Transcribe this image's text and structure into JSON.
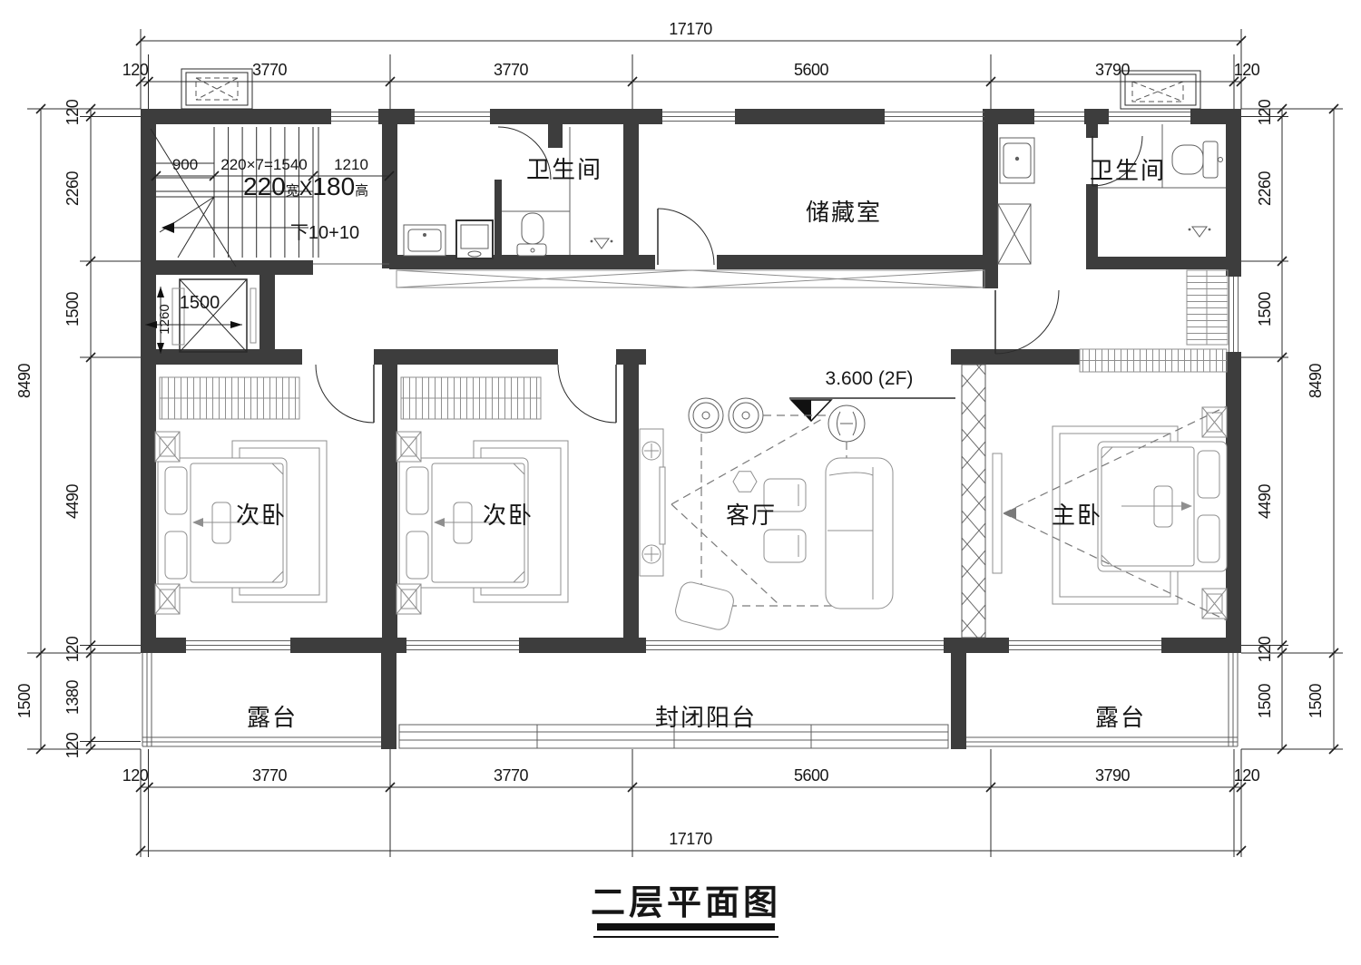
{
  "title": "二层平面图",
  "rooms": {
    "bath_left": "卫生间",
    "bath_right": "卫生间",
    "storage": "储藏室",
    "bedroom_left": "次卧",
    "bedroom_mid": "次卧",
    "master": "主卧",
    "living": "客厅",
    "terrace_left": "露台",
    "terrace_right": "露台",
    "enclosed_balcony": "封闭阳台"
  },
  "stair": {
    "width": "900",
    "run": "220×7=1540",
    "landing": "1210",
    "spec": [
      "220",
      "宽",
      "X",
      "180",
      "高"
    ],
    "direction": "下10+10"
  },
  "elevator": {
    "w": "1500",
    "d": "1260"
  },
  "level_mark": "3.600 (2F)",
  "dims": {
    "overall_w": "17170",
    "top": [
      "120",
      "3770",
      "3770",
      "5600",
      "3790",
      "120"
    ],
    "bottom": [
      "120",
      "3770",
      "3770",
      "5600",
      "3790",
      "120"
    ],
    "left_outer": [
      "8490",
      "1500"
    ],
    "left": [
      "120",
      "2260",
      "1500",
      "4490",
      "120",
      "1380",
      "120"
    ],
    "right_outer": [
      "8490",
      "1500"
    ],
    "right": [
      "120",
      "2260",
      "1500",
      "4490",
      "120",
      "1500"
    ]
  },
  "colors": {
    "wall": "#3d3d3d",
    "line": "#2b2b2b",
    "furniture": "#8f8f8f"
  }
}
